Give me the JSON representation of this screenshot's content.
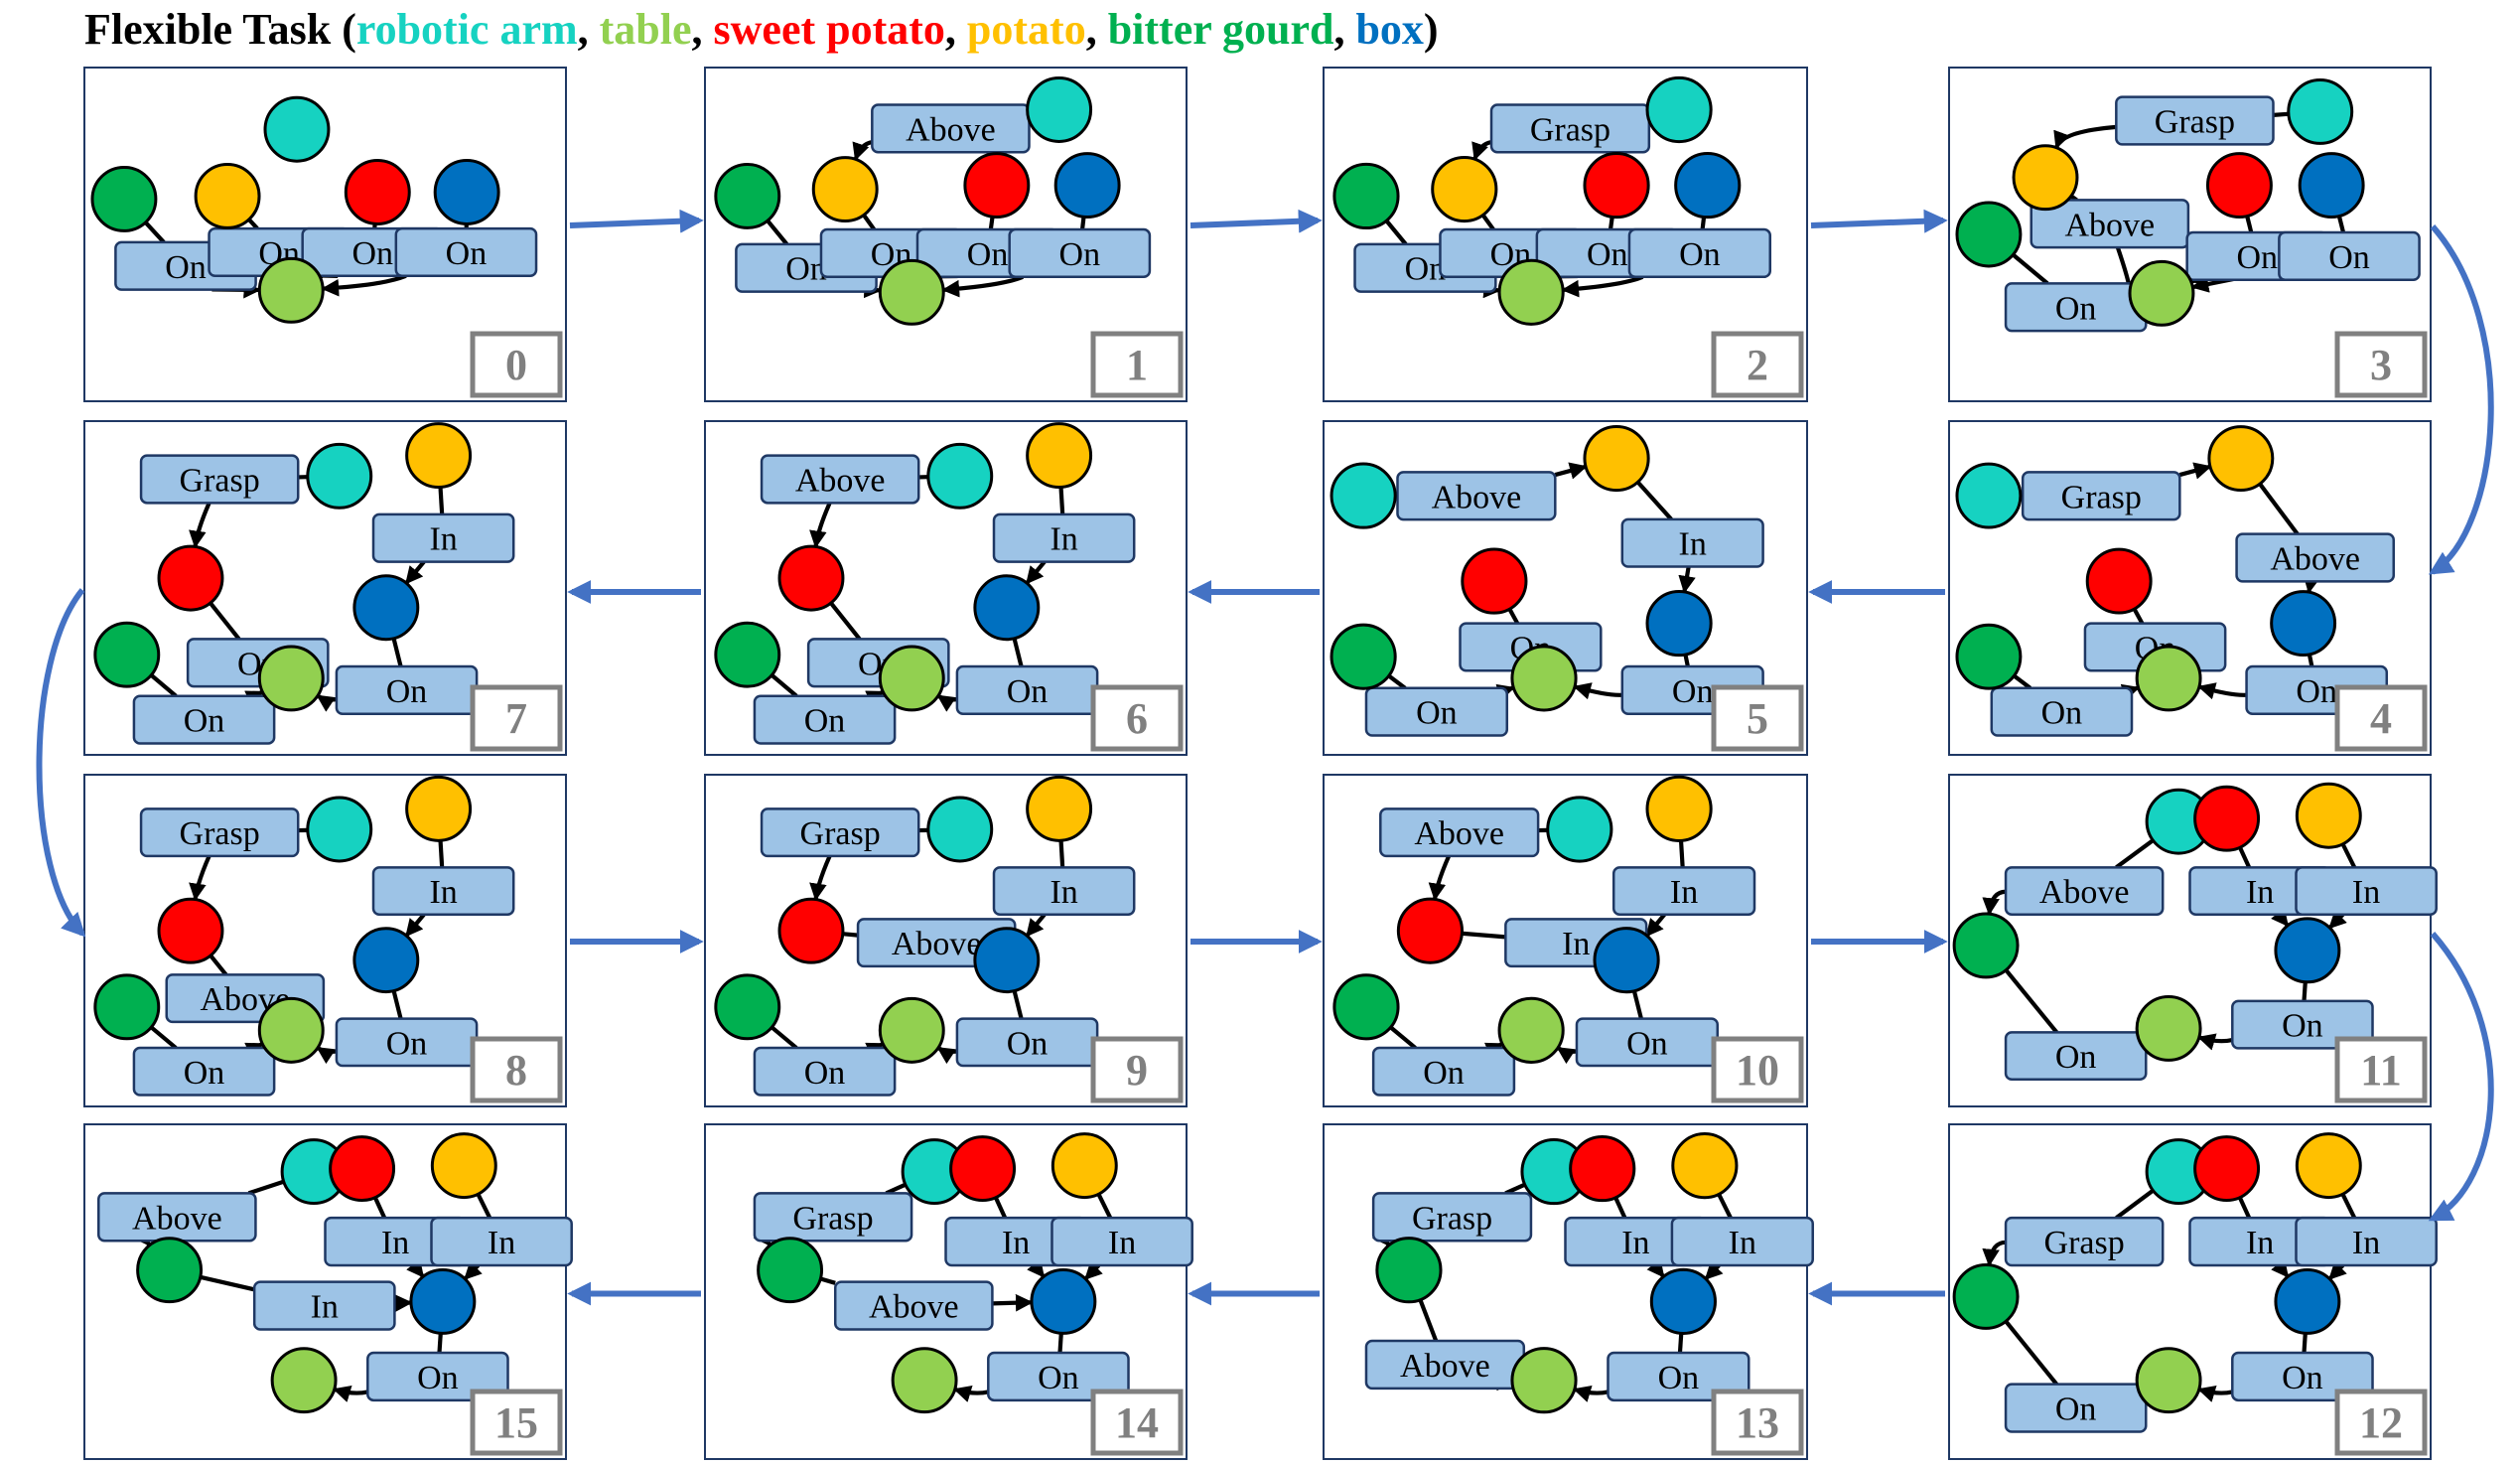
{
  "title": {
    "prefix": "Flexible Task (",
    "suffix": ")",
    "separator": ", ",
    "entities": [
      {
        "label": "robotic arm",
        "color": "#16D2C1"
      },
      {
        "label": "table",
        "color": "#92D050"
      },
      {
        "label": "sweet potato",
        "color": "#FF0000"
      },
      {
        "label": "potato",
        "color": "#FFC000"
      },
      {
        "label": "bitter gourd",
        "color": "#00B050"
      },
      {
        "label": "box",
        "color": "#0070C0"
      }
    ]
  },
  "colors": {
    "arm": "#16D2C1",
    "table": "#92D050",
    "sweet_potato": "#FF0000",
    "potato": "#FFC000",
    "gourd": "#00B050",
    "box": "#0070C0",
    "relation_fill": "#9DC3E6",
    "relation_border": "#1F3864",
    "panel_border": "#1F3864",
    "flow_arrow": "#4472C4",
    "step_border": "#808080",
    "step_text": "#808080"
  },
  "panels": [
    {
      "step": "0",
      "relations": [
        "On",
        "On",
        "On",
        "On"
      ]
    },
    {
      "step": "1",
      "relations": [
        "Above",
        "On",
        "On",
        "On",
        "On"
      ]
    },
    {
      "step": "2",
      "relations": [
        "Grasp",
        "On",
        "On",
        "On",
        "On"
      ]
    },
    {
      "step": "3",
      "relations": [
        "Grasp",
        "Above",
        "On",
        "On",
        "On"
      ]
    },
    {
      "step": "4",
      "relations": [
        "Grasp",
        "Above",
        "On",
        "On",
        "On"
      ]
    },
    {
      "step": "5",
      "relations": [
        "Above",
        "In",
        "On",
        "On",
        "On"
      ]
    },
    {
      "step": "6",
      "relations": [
        "Above",
        "In",
        "On",
        "On",
        "On"
      ]
    },
    {
      "step": "7",
      "relations": [
        "Grasp",
        "In",
        "On",
        "On",
        "On"
      ]
    },
    {
      "step": "8",
      "relations": [
        "Grasp",
        "In",
        "Above",
        "On",
        "On"
      ]
    },
    {
      "step": "9",
      "relations": [
        "Grasp",
        "In",
        "Above",
        "On",
        "On"
      ]
    },
    {
      "step": "10",
      "relations": [
        "Above",
        "In",
        "In",
        "On",
        "On"
      ]
    },
    {
      "step": "11",
      "relations": [
        "Above",
        "In",
        "In",
        "On",
        "On"
      ]
    },
    {
      "step": "12",
      "relations": [
        "Grasp",
        "In",
        "In",
        "On",
        "On"
      ]
    },
    {
      "step": "13",
      "relations": [
        "Grasp",
        "In",
        "In",
        "Above",
        "On"
      ]
    },
    {
      "step": "14",
      "relations": [
        "Grasp",
        "In",
        "In",
        "Above",
        "On"
      ]
    },
    {
      "step": "15",
      "relations": [
        "Above",
        "In",
        "In",
        "In",
        "On"
      ]
    }
  ]
}
